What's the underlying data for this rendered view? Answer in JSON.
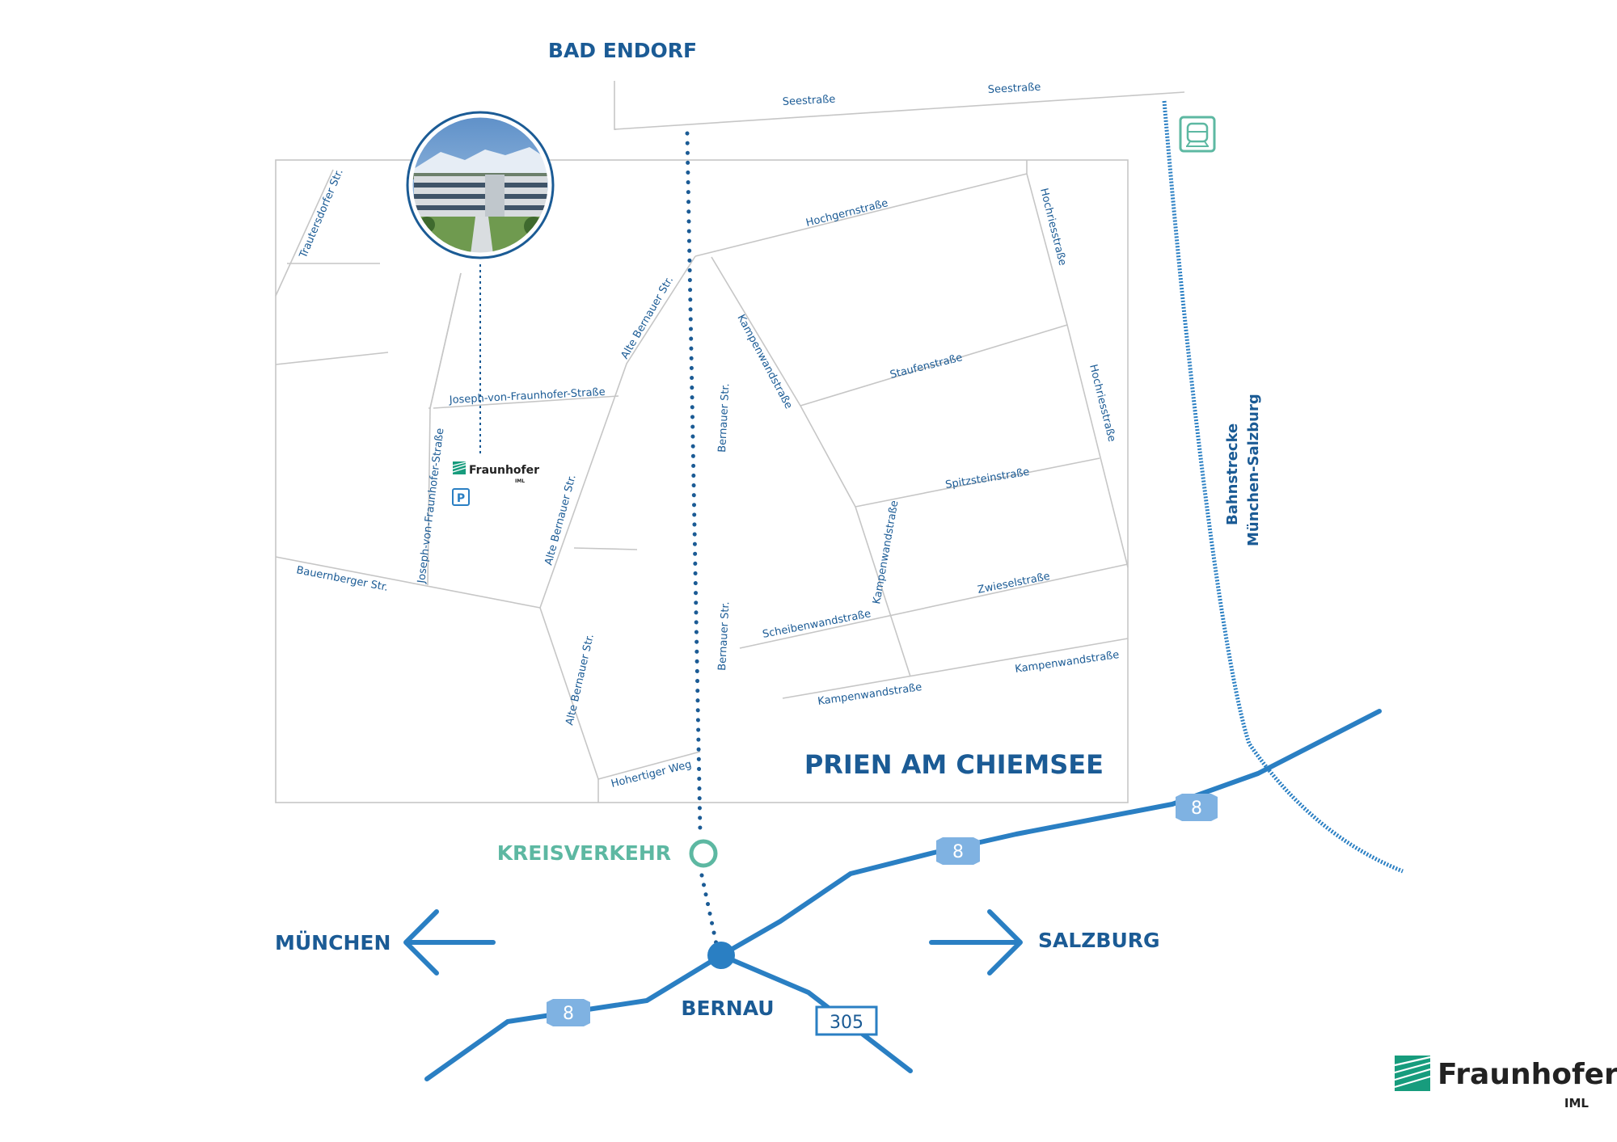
{
  "cities": {
    "north": "BAD ENDORF",
    "town": "PRIEN AM CHIEMSEE",
    "west": "MÜNCHEN",
    "east": "SALZBURG",
    "junction": "BERNAU",
    "roundabout": "KREISVERKEHR"
  },
  "streets": {
    "seestrasse": "Seestraße",
    "trautersdorfer": "Trautersdorfer Str.",
    "hochgern": "Hochgernstraße",
    "hochries": "Hochriesstraße",
    "alte_bernauer": "Alte Bernauer Str.",
    "kampenwand": "Kampenwandstraße",
    "staufen": "Staufenstraße",
    "jvf": "Joseph-von-Fraunhofer-Straße",
    "bernauer": "Bernauer Str.",
    "spitzstein": "Spitzsteinstraße",
    "zwiesel": "Zwieselstraße",
    "scheibenwand": "Scheibenwandstraße",
    "bauernberger": "Bauernberger Str.",
    "hohertiger": "Hohertiger Weg"
  },
  "railway": {
    "line1": "Bahnstrecke",
    "line2": "München-Salzburg"
  },
  "road_numbers": {
    "a8": "8",
    "b305": "305"
  },
  "poi": {
    "parking": "P",
    "fraunhofer_small_name": "Fraunhofer",
    "fraunhofer_small_sub": "IML"
  },
  "logo": {
    "name": "Fraunhofer",
    "sub": "IML"
  },
  "icons": {
    "train": "train-station-icon",
    "parking": "parking-icon",
    "building": "building-photo-icon"
  },
  "colors": {
    "primary": "#1b5b95",
    "highway": "#2a7fc3",
    "shield": "#7fb2e2",
    "teal": "#5db8a2",
    "fraunhofer_green": "#179c7d",
    "street_line": "#c6c6c6"
  }
}
